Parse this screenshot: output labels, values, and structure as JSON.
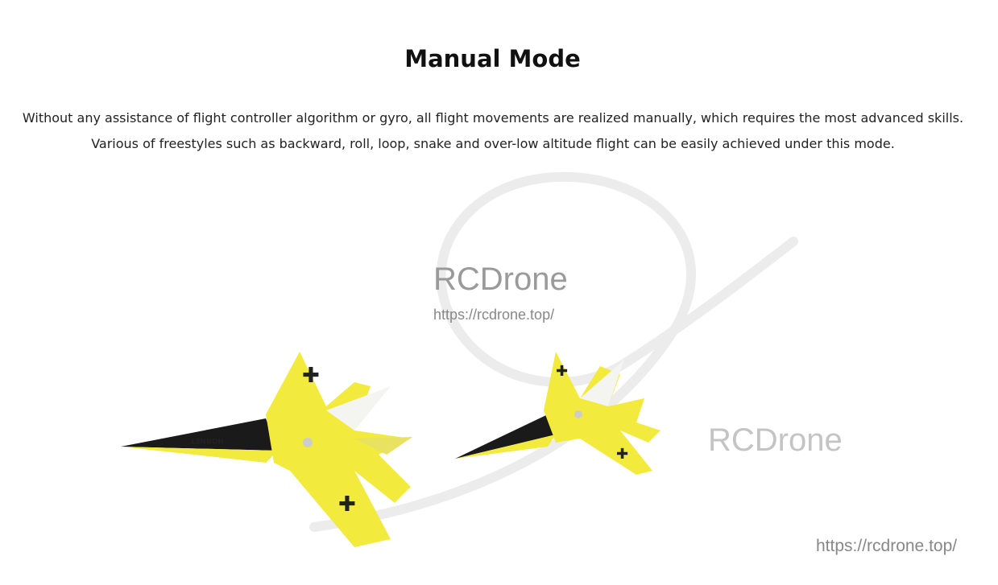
{
  "section": {
    "title": "Manual Mode",
    "description": "Without any assistance of flight controller algorithm or gyro, all flight movements are realized manually, which requires the most advanced skills. Various of freestyles such as backward, roll, loop, snake and over-low altitude flight can be easily achieved under this mode."
  },
  "image": {
    "watermark_brand": "RCDrone",
    "watermark_url": "https://rcdrone.top/",
    "plane_label": "HORNET",
    "colors": {
      "plane_body": "#f2ea3c",
      "plane_nose": "#1a1a1a",
      "trail": "#ececec"
    }
  }
}
